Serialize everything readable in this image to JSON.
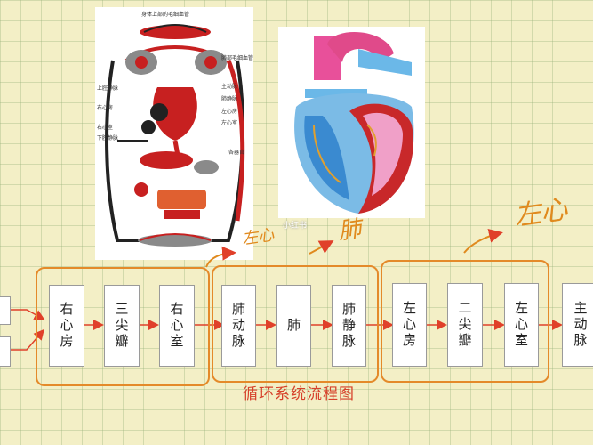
{
  "circulation_panel": {
    "labels": [
      "身体上部的毛细血管",
      "肺部毛细血管",
      "上腔静脉",
      "肺静脉",
      "右心房",
      "右心室",
      "下腔静脉",
      "主动脉",
      "左心房",
      "左心室",
      "各器官"
    ]
  },
  "flow": {
    "stages": [
      {
        "id": "right-atrium",
        "label": "右心房"
      },
      {
        "id": "tricuspid-valve",
        "label": "三尖瓣"
      },
      {
        "id": "right-ventricle",
        "label": "右心室"
      },
      {
        "id": "pulmonary-artery",
        "label": "肺动脉"
      },
      {
        "id": "lung",
        "label": "肺"
      },
      {
        "id": "pulmonary-vein",
        "label": "肺静脉"
      },
      {
        "id": "left-atrium",
        "label": "左心房"
      },
      {
        "id": "bicuspid-valve",
        "label": "二尖瓣"
      },
      {
        "id": "left-ventricle",
        "label": "左心室"
      },
      {
        "id": "aorta",
        "label": "主动脉"
      }
    ],
    "caption": "循环系统流程图"
  },
  "annotations": {
    "note_1": "左心",
    "note_2": "肺",
    "note_3": "左心"
  },
  "watermark": "小红书",
  "colors": {
    "arrow": "#e0402a",
    "group_border": "#e48a2a",
    "handwriting": "#e08a1e",
    "caption": "#d6402a"
  }
}
